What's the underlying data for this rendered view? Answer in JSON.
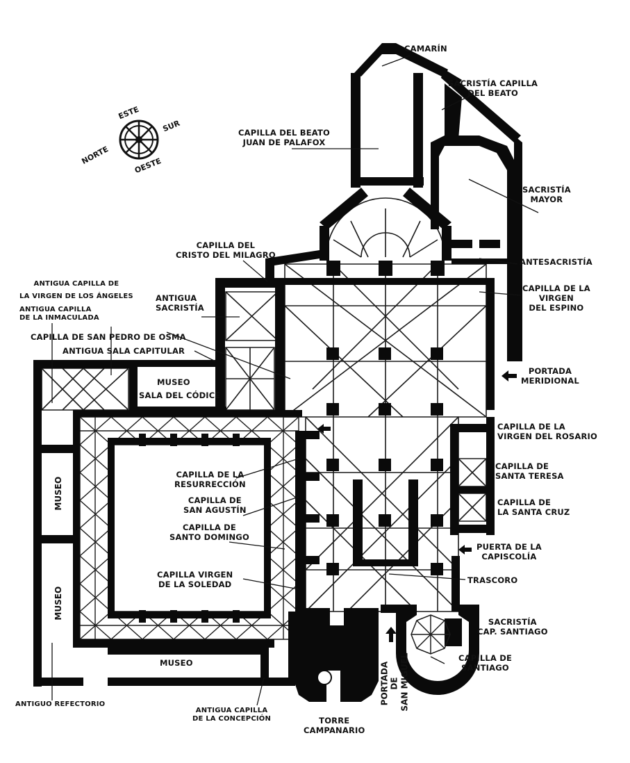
{
  "compass": {
    "north": "NORTE",
    "east": "ESTE",
    "south": "SUR",
    "west": "OESTE"
  },
  "labels": {
    "camarin": "CAMARÍN",
    "sacristia_capilla_beato": "SACRISTÍA CAPILLA\nDEL BEATO",
    "capilla_beato_palafox": "CAPILLA DEL BEATO\nJUAN DE PALAFOX",
    "sacristia_mayor": "SACRISTÍA\nMAYOR",
    "cristo_milagro": "CAPILLA DEL\nCRISTO DEL MILAGRO",
    "antesacristia": "ANTESACRISTÍA",
    "virgen_angeles": "ANTIGUA CAPILLA DE\nLA VIRGEN DE LOS ÁNGELES",
    "antigua_sacristia": "ANTIGUA\nSACRISTÍA",
    "virgen_espino": "CAPILLA DE LA\nVIRGEN\nDEL ESPINO",
    "inmaculada": "ANTIGUA CAPILLA\nDE LA INMACULADA",
    "san_pedro_osma": "CAPILLA DE SAN PEDRO DE OSMA",
    "sala_capitular": "ANTIGUA SALA CAPITULAR",
    "portada_meridional": "PORTADA\nMERIDIONAL",
    "museo_codice_title": "MUSEO",
    "museo_codice_sub": "SALA DEL CÓDICE",
    "virgen_rosario": "CAPILLA DE LA\nVIRGEN DEL ROSARIO",
    "museo_left_top": "MUSEO",
    "resurreccion": "CAPILLA DE LA\nRESURRECCIÓN",
    "santa_teresa": "CAPILLA DE\nSANTA TERESA",
    "san_agustin": "CAPILLA DE\nSAN AGUSTÍN",
    "santa_cruz": "CAPILLA DE\nLA SANTA CRUZ",
    "santo_domingo": "CAPILLA DE\nSANTO DOMINGO",
    "puerta_capiscolia": "PUERTA DE LA\nCAPISCOLÍA",
    "virgen_soledad": "CAPILLA VIRGEN\nDE LA SOLEDAD",
    "trascoro": "TRASCORO",
    "museo_left_bottom": "MUSEO",
    "sacristia_santiago": "SACRISTÍA\nCAP. SANTIAGO",
    "museo_bottom": "MUSEO",
    "portada_san_miguel": "PORTADA\nDE\nSAN MIGUEL",
    "capilla_santiago": "CAPILLA DE\nSANTIAGO",
    "antiguo_refectorio": "ANTIGUO REFECTORIO",
    "concepcion": "ANTIGUA CAPILLA\nDE LA CONCEPCIÓN",
    "torre": "TORRE\nCAMPANARIO"
  },
  "colors": {
    "wall": "#0a0a0a",
    "background": "#ffffff",
    "vault_lines": "#1a1a1a"
  }
}
